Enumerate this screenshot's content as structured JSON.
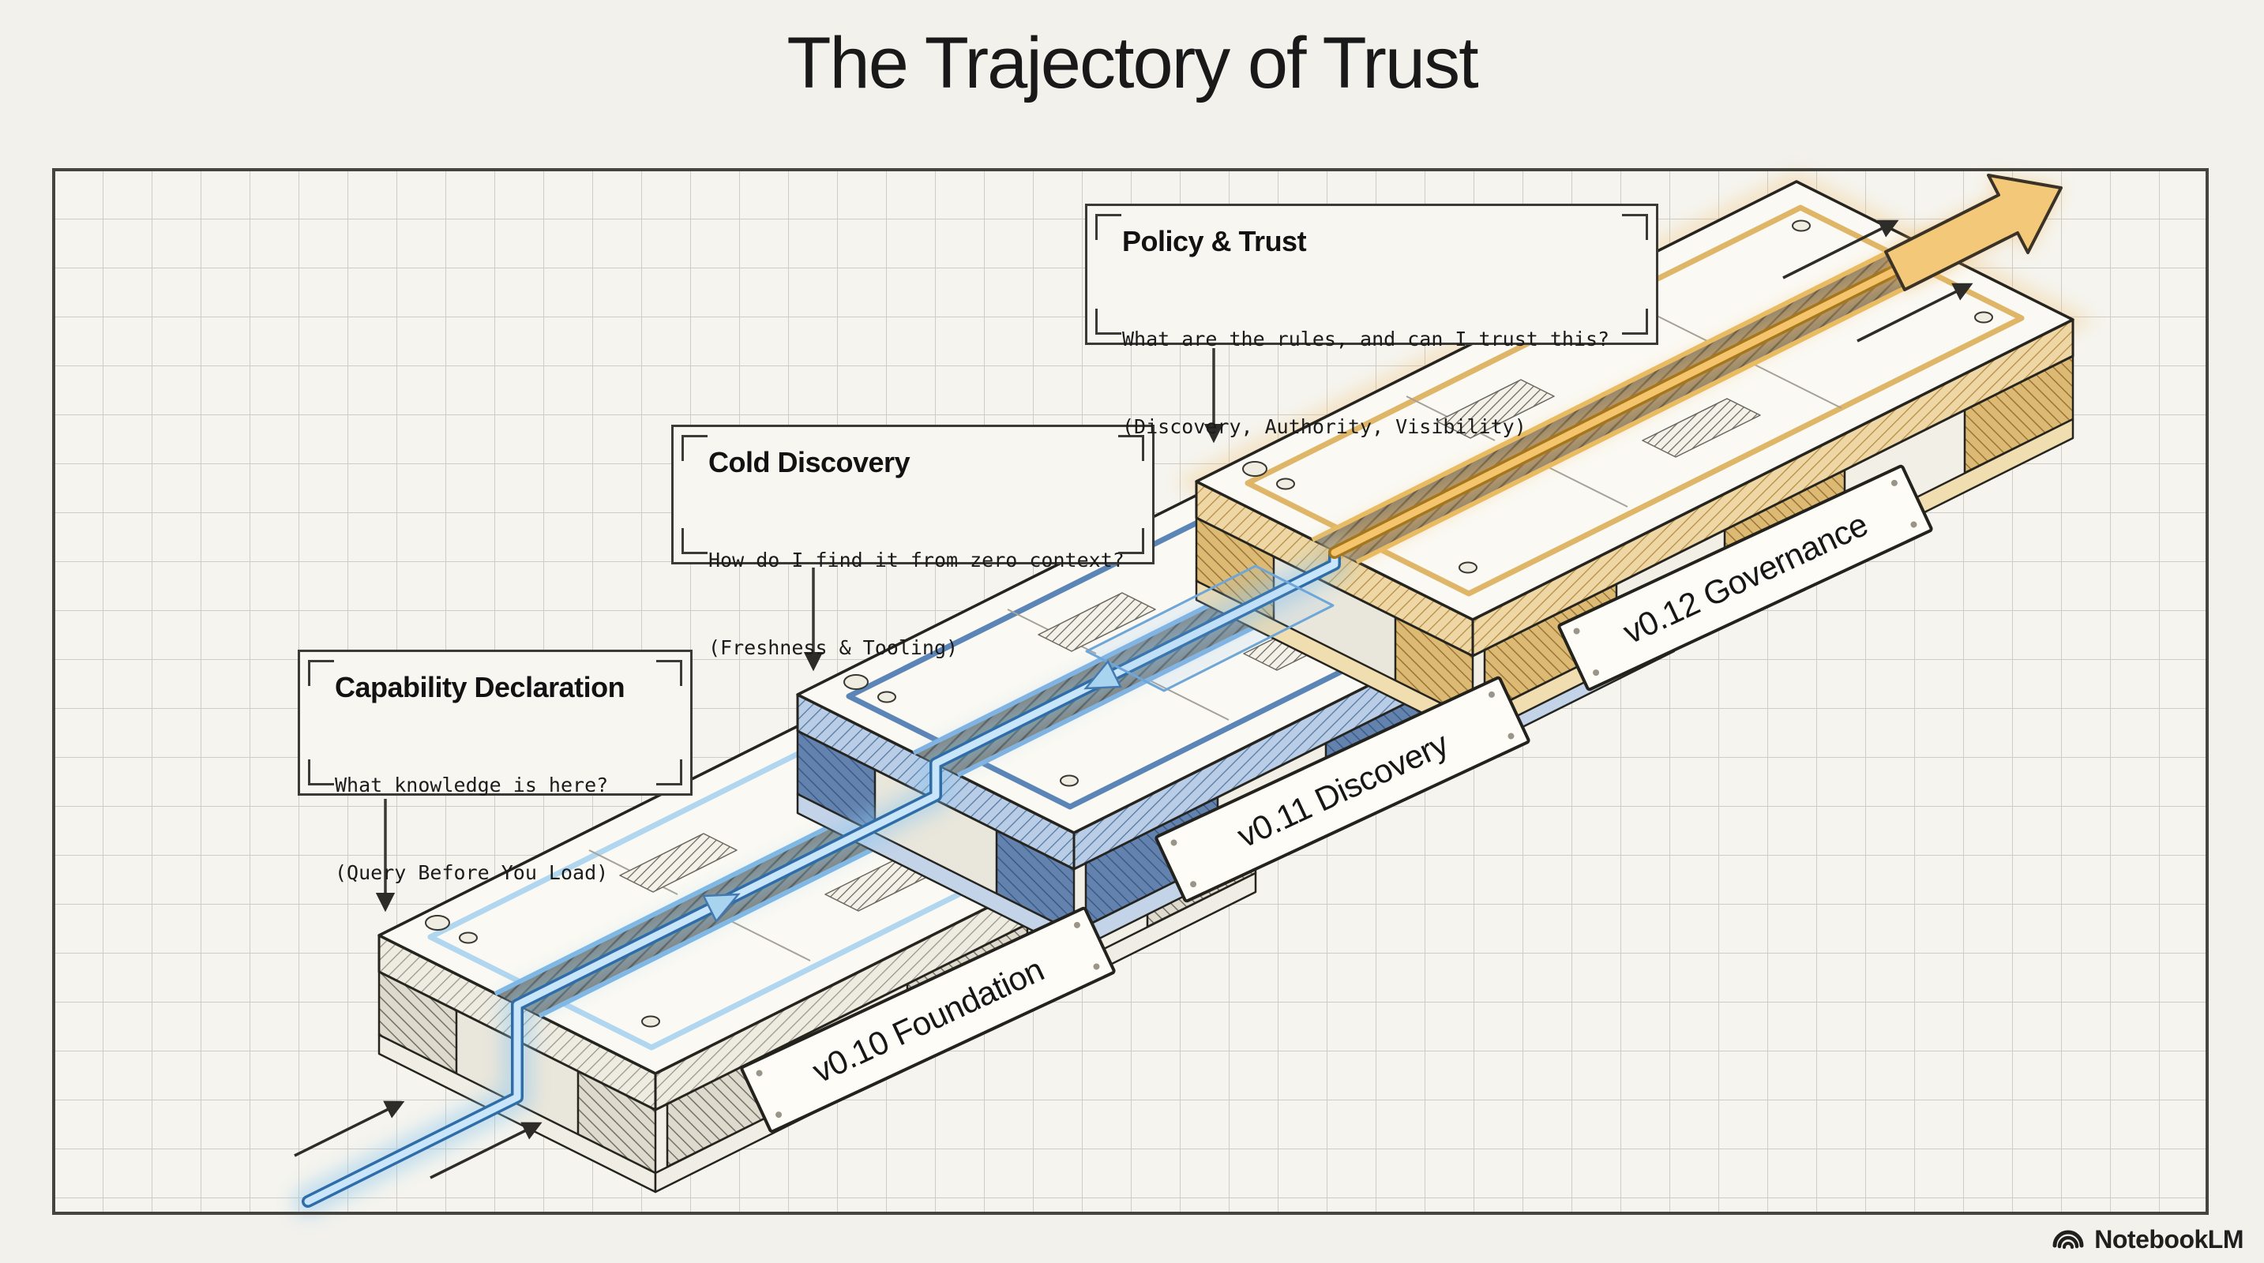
{
  "title": "The Trajectory of Trust",
  "callouts": [
    {
      "id": "capability-declaration",
      "title": "Capability Declaration",
      "line1": "What knowledge is here?",
      "line2": "(Query Before You Load)"
    },
    {
      "id": "cold-discovery",
      "title": "Cold Discovery",
      "line1": "How do I find it from zero context?",
      "line2": "(Freshness & Tooling)"
    },
    {
      "id": "policy-trust",
      "title": "Policy & Trust",
      "line1": "What are the rules, and can I trust this?",
      "line2": "(Discovery, Authority, Visibility)"
    }
  ],
  "platforms": [
    {
      "id": "foundation",
      "label": "v0.10 Foundation",
      "accent": "#a9d2ee"
    },
    {
      "id": "discovery",
      "label": "v0.11 Discovery",
      "accent": "#4a78b0"
    },
    {
      "id": "governance",
      "label": "v0.12 Governance",
      "accent": "#dcae58"
    }
  ],
  "flow": {
    "inbound_color": "#8cc6ee",
    "outbound_color": "#f0b860"
  },
  "watermark": {
    "brand": "NotebookLM",
    "logo_icon": "notebooklm-logo"
  }
}
